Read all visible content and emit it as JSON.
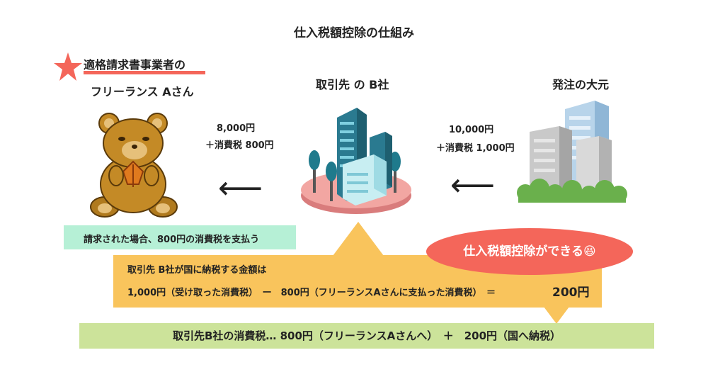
{
  "title": "仕入税額控除の仕組み",
  "freelancer": {
    "line1": "適格請求書事業者の",
    "line2": "フリーランス Aさん"
  },
  "client_b": {
    "label": "取引先 の B社"
  },
  "origin": {
    "label": "発注の大元"
  },
  "payment_origin_to_b": {
    "amount": "10,000円",
    "tax": "＋消費税 1,000円"
  },
  "payment_b_to_a": {
    "amount": "8,000円",
    "tax": "＋消費税 800円"
  },
  "callout_invoice": "請求された場合、800円の消費税を支払う",
  "deduction_badge": "仕入税額控除ができる😆",
  "national_tax": {
    "line1": "取引先 B社が国に納税する金額は",
    "line2": "1,000円（受け取った消費税）　ー　800円（フリーランスAさんに支払った消費税）　＝",
    "result": "200円"
  },
  "summary": "取引先B社の消費税… 800円（フリーランスAさんへ）　＋　200円（国へ納税）",
  "colors": {
    "coral": "#f4665a",
    "mint": "#b6f0d6",
    "yellow": "#f9c45c",
    "lime": "#cce39a"
  }
}
